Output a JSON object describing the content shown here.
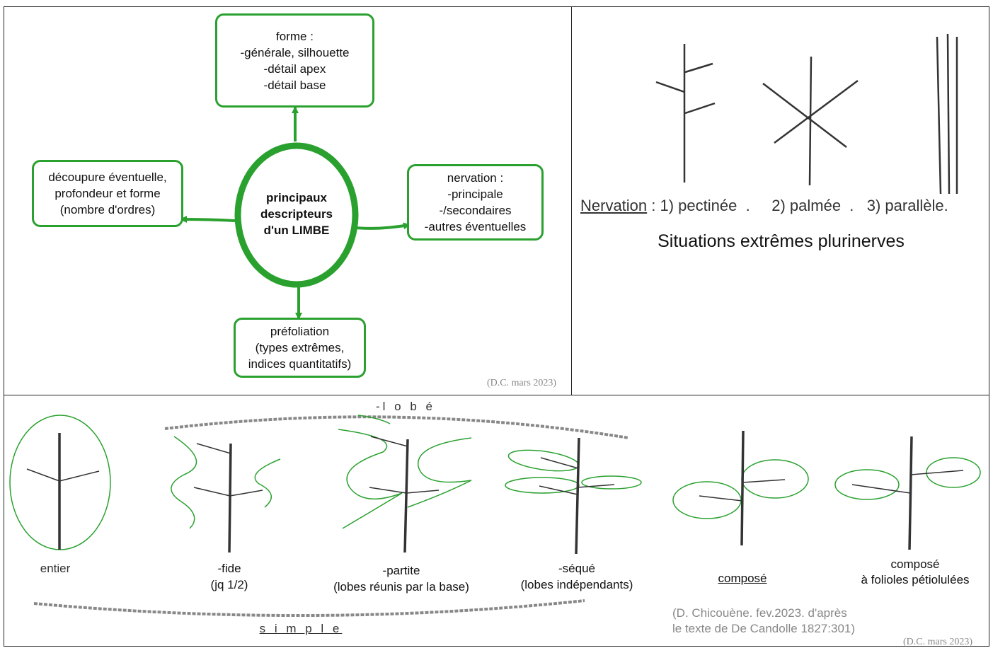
{
  "mindmap": {
    "center": [
      "principaux",
      "descripteurs",
      "d'un LIMBE"
    ],
    "forme": [
      "forme :",
      "-générale, silhouette",
      "-détail apex",
      "-détail base"
    ],
    "decoupure": [
      "découpure  éventuelle,",
      "profondeur et forme",
      "(nombre d'ordres)"
    ],
    "nervation": [
      "nervation :",
      "-principale",
      "-/secondaires",
      "-autres éventuelles"
    ],
    "prefoliation": [
      "préfoliation",
      "(types extrêmes,",
      "indices quantitatifs)"
    ],
    "credit": "(D.C. mars 2023)"
  },
  "nervation_panel": {
    "label_word": "Nervation",
    "label_rest": " : 1) pectinée  .     2) palmée  .   3) parallèle.",
    "title": "Situations extrêmes plurinerves"
  },
  "leaf_types": {
    "lobe_label": "-l o b é",
    "simple_label": "s i m p l e",
    "entier": "entier",
    "fide": [
      "-fide",
      "(jq 1/2)"
    ],
    "partite": [
      "-partite",
      "(lobes réunis par la base)"
    ],
    "seque": [
      "-séqué",
      "(lobes indépendants)"
    ],
    "compose": "composé",
    "compose_petiolule": [
      "composé",
      "à folioles pétiolulées"
    ],
    "source": [
      "(D. Chicouène. fev.2023. d'après",
      "le texte de De Candolle 1827:301)"
    ],
    "credit": "(D.C. mars 2023)"
  },
  "colors": {
    "green": "#2aa12f",
    "dark": "#333333",
    "gray": "#888888"
  }
}
